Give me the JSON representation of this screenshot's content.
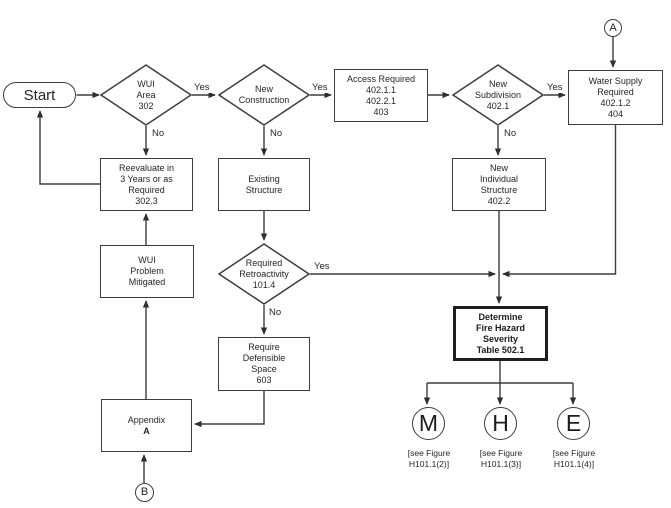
{
  "figure": {
    "background": "#ffffff",
    "line_color": "#3d3d3d",
    "text_color": "#262626"
  },
  "nodes": {
    "start": {
      "label": "Start"
    },
    "wui_area": {
      "label": "WUI\nArea\n302"
    },
    "new_construction": {
      "label": "New\nConstruction"
    },
    "access_required": {
      "label": "Access Required\n402.1.1\n402.2.1\n403"
    },
    "new_subdivision": {
      "label": "New\nSubdivision\n402.1"
    },
    "water_supply": {
      "label": "Water Supply\nRequired\n402.1.2\n404"
    },
    "reevaluate": {
      "label": "Reevaluate in\n3 Years or as\nRequired\n302.3"
    },
    "existing_structure": {
      "label": "Existing\nStructure"
    },
    "new_individual_structure": {
      "label": "New\nIndividual\nStructure\n402.2"
    },
    "wui_problem_mitigated": {
      "label": "WUI\nProblem\nMitigated"
    },
    "required_retroactivity": {
      "label": "Required\nRetroactivity\n101.4"
    },
    "require_defensible_space": {
      "label": "Require\nDefensible\nSpace\n603"
    },
    "determine_fire_hazard": {
      "label": "Determine\nFire Hazard\nSeverity\nTable 502.1"
    },
    "appendix": {
      "line1": "Appendix",
      "line2": "A"
    },
    "connector_a": {
      "label": "A"
    },
    "connector_b": {
      "label": "B"
    },
    "terminal_m": {
      "label": "M",
      "caption": "[see Figure\nH101.1(2)]"
    },
    "terminal_h": {
      "label": "H",
      "caption": "[see Figure\nH101.1(3)]"
    },
    "terminal_e": {
      "label": "E",
      "caption": "[see Figure\nH101.1(4)]"
    }
  },
  "edge_labels": {
    "wui_area_yes": "Yes",
    "wui_area_no": "No",
    "new_construction_yes": "Yes",
    "new_construction_no": "No",
    "new_subdivision_yes": "Yes",
    "new_subdivision_no": "No",
    "retroactivity_yes": "Yes",
    "retroactivity_no": "No"
  }
}
